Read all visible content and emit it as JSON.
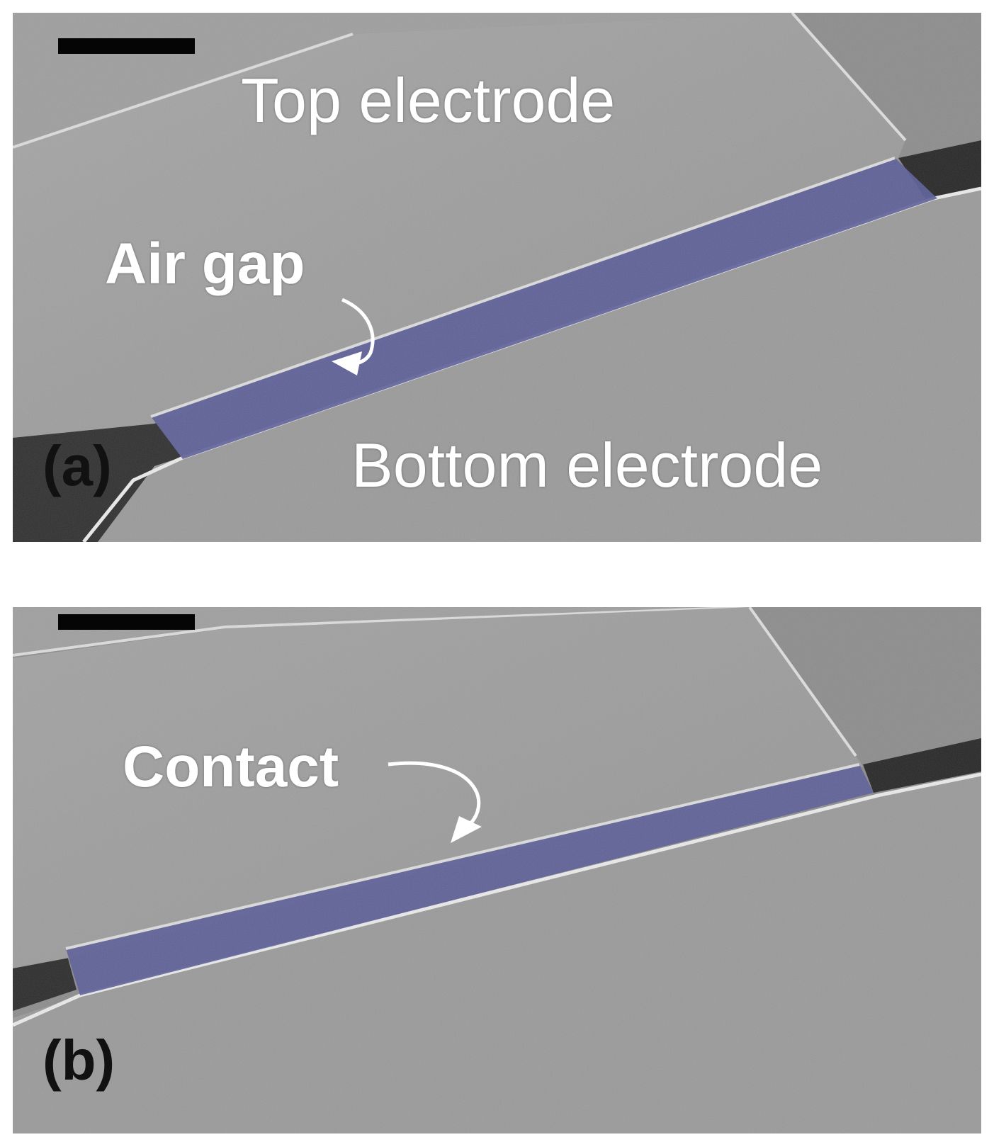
{
  "panels": [
    {
      "id": "a",
      "panel_label": "(a)",
      "labels": {
        "top": "Top electrode",
        "gap": "Air gap",
        "bottom": "Bottom electrode"
      }
    },
    {
      "id": "b",
      "panel_label": "(b)",
      "labels": {
        "contact": "Contact"
      }
    }
  ],
  "colors": {
    "gap_highlight": "#5a5c98",
    "electrode": "#9b9b9b",
    "edge": "#e8e8e8",
    "trench": "#2e2e2e",
    "scale_bar": "#050505"
  }
}
